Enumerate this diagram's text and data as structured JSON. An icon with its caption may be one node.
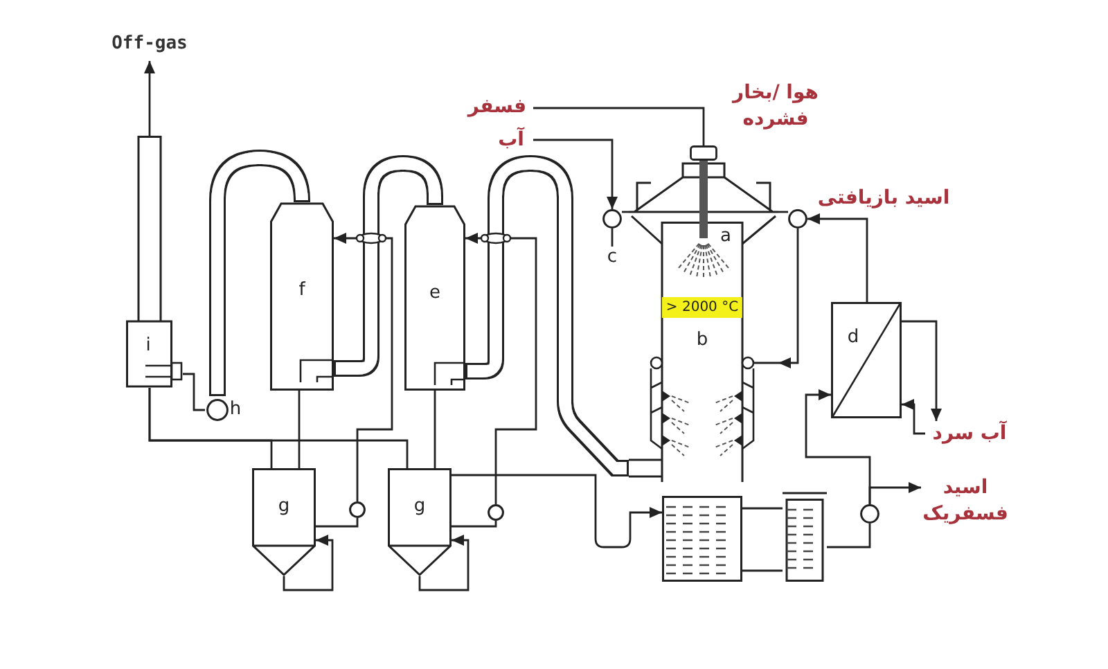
{
  "diagram": {
    "nodes": [
      {
        "text": [
          "Off-gas"
        ]
      },
      {
        "text": [
          "فسفر"
        ]
      },
      {
        "text": [
          "آب"
        ]
      },
      {
        "text": [
          "> 2000 °C",
          "b"
        ]
      },
      {
        "text": [],
        "shape": "circle"
      },
      {
        "text": [],
        "shape": "circle"
      },
      {
        "text": [
          "c"
        ]
      },
      {
        "text": [
          "f"
        ]
      },
      {
        "text": [
          "e"
        ]
      },
      {
        "text": [
          "a"
        ],
        "in": 3
      },
      {
        "text": [
          "d"
        ]
      },
      {
        "text": [
          "i"
        ]
      },
      {
        "text": [
          "h"
        ]
      },
      {
        "text": [
          "آب سرد"
        ]
      },
      {
        "text": [
          "g"
        ]
      },
      {
        "text": [],
        "shape": "circle"
      },
      {
        "text": [
          "g"
        ]
      },
      {
        "text": [],
        "shape": "circle"
      },
      {
        "text": [],
        "shape": "box"
      },
      {
        "text": [],
        "shape": "box"
      },
      {
        "text": [],
        "shape": "circle"
      },
      {
        "text": [
          "اسید فسفریک"
        ]
      }
    ],
    "edges": [
      {
        "from": 11,
        "to": 0,
        "arrow": "to"
      },
      {
        "from": 1,
        "to": 9,
        "arrow": "none"
      },
      {
        "from": 2,
        "to": 4,
        "arrow": "to"
      },
      {
        "from": 6,
        "to": 4,
        "arrow": "none"
      },
      {
        "from": 10,
        "to": 5,
        "arrow": "to",
        "label": "اسید بازیافتی"
      },
      {
        "from": 5,
        "to": 3,
        "arrow": "to"
      },
      {
        "from": 3,
        "to": 8,
        "arrow": "none",
        "style": "thick"
      },
      {
        "from": 8,
        "to": 7,
        "arrow": "none",
        "style": "thick"
      },
      {
        "from": 7,
        "to": 12,
        "arrow": "none",
        "style": "thick"
      },
      {
        "from": 12,
        "to": 11,
        "arrow": "none"
      },
      {
        "from": 11,
        "to": 14,
        "arrow": "none"
      },
      {
        "from": 11,
        "to": 16,
        "arrow": "none"
      },
      {
        "from": 7,
        "to": 14,
        "arrow": "none"
      },
      {
        "from": 8,
        "to": 16,
        "arrow": "none"
      },
      {
        "from": 14,
        "to": 15,
        "arrow": "none"
      },
      {
        "from": 14,
        "to": 14,
        "arrow": "to"
      },
      {
        "from": 15,
        "to": 7,
        "arrow": "to"
      },
      {
        "from": 16,
        "to": 17,
        "arrow": "none"
      },
      {
        "from": 16,
        "to": 16,
        "arrow": "to"
      },
      {
        "from": 17,
        "to": 8,
        "arrow": "to"
      },
      {
        "from": 16,
        "to": 18,
        "arrow": "to"
      },
      {
        "from": 18,
        "to": 19,
        "arrow": "none"
      },
      {
        "from": 18,
        "to": 19,
        "arrow": "none"
      },
      {
        "from": 19,
        "to": 20,
        "arrow": "none"
      },
      {
        "from": 20,
        "to": 21,
        "arrow": "to"
      },
      {
        "from": 20,
        "to": 10,
        "arrow": "to"
      },
      {
        "from": 13,
        "to": 10,
        "arrow": "to"
      },
      {
        "from": 10,
        "to": 13,
        "arrow": "to"
      },
      {
        "from": 4,
        "to": 3,
        "arrow": "none"
      },
      {
        "from": 5,
        "to": 3,
        "arrow": "none"
      }
    ],
    "labels": [
      "هوا /بخار فشرده"
    ]
  }
}
